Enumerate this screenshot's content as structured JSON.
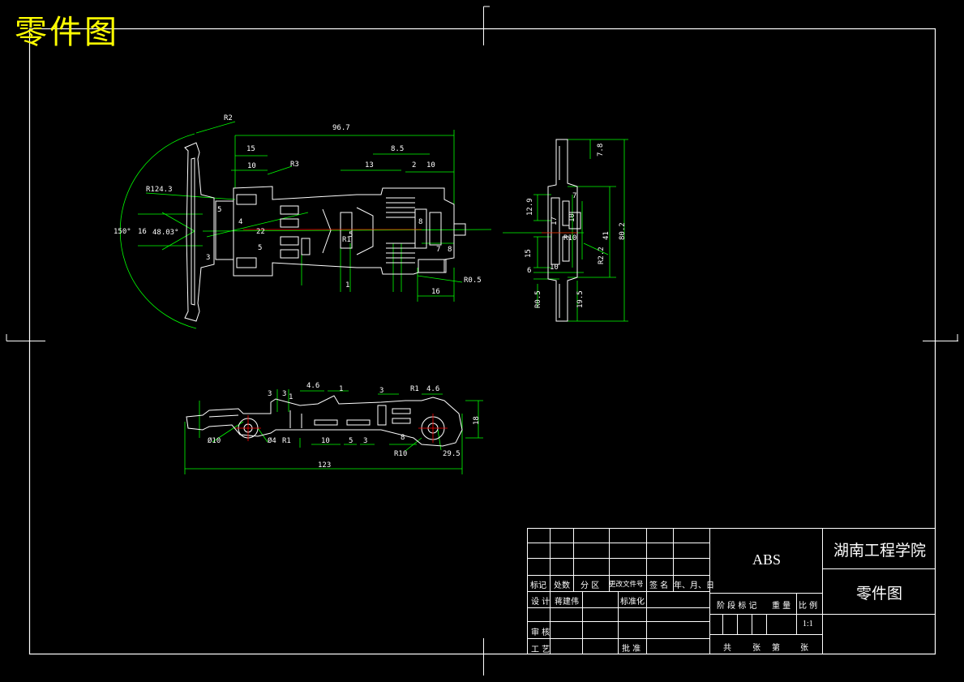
{
  "title": "零件图",
  "colors": {
    "background": "#000000",
    "frame": "#ffffff",
    "outline": "#ffffff",
    "dimension": "#00ff00",
    "centerline": "#ff0000",
    "title_text": "#ffff00"
  },
  "views": {
    "top_view": {
      "dims": [
        "96.7",
        "15",
        "10",
        "R3",
        "8.5",
        "13",
        "2",
        "10",
        "R2",
        "R124.3",
        "150°",
        "16",
        "48.03°",
        "5",
        "4",
        "22",
        "3",
        "5",
        "R1",
        "5",
        "8",
        "7",
        "8",
        "1",
        "16",
        "R0.5"
      ]
    },
    "side_view": {
      "dims": [
        "7.8",
        "7",
        "12.9",
        "17",
        "10",
        "R10",
        "41",
        "80.2",
        "15",
        "R2.2",
        "6",
        "10",
        "R0.5",
        "19.5"
      ]
    },
    "front_view": {
      "dims": [
        "4.6",
        "1",
        "R1",
        "4.6",
        "3",
        "3",
        "1",
        "3",
        "18",
        "Ø10",
        "Ø4",
        "R1",
        "10",
        "5",
        "3",
        "8",
        "R10",
        "29.5",
        "123"
      ]
    }
  },
  "title_block": {
    "material": "ABS",
    "school": "湖南工程学院",
    "drawing_name": "零件图",
    "rev_headers": [
      "标记",
      "处数",
      "分 区",
      "更改文件号",
      "签 名",
      "年、月、日"
    ],
    "row_design": "设 计",
    "designer": "蒋建伟",
    "standardize": "标准化",
    "row_review": "审 核",
    "row_process": "工 艺",
    "approve": "批 准",
    "stage_labels": [
      "阶 段 标 记",
      "重 量",
      "比 例"
    ],
    "scale": "1:1",
    "sheet_info": [
      "共",
      "张",
      "第",
      "张"
    ]
  }
}
